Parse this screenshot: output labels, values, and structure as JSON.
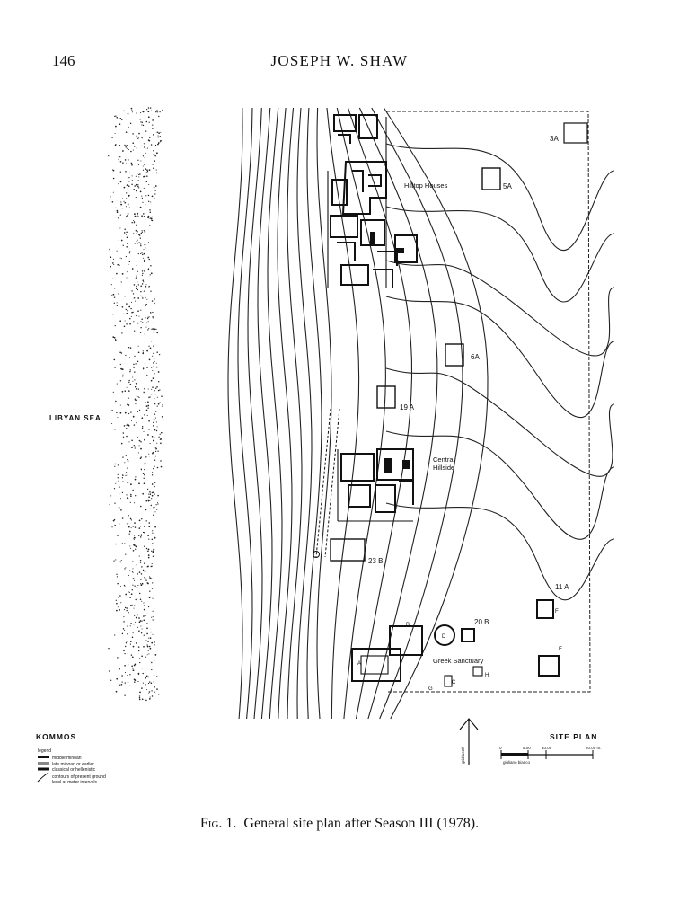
{
  "header": {
    "page_number": "146",
    "author": "JOSEPH W. SHAW"
  },
  "map": {
    "sea_label": "LIBYAN SEA",
    "site_name": "KOMMOS",
    "plan_title": "SITE PLAN",
    "areas": {
      "hilltop_houses": "Hilltop Houses",
      "central_hillside_1": "Central",
      "central_hillside_2": "Hillside",
      "greek_sanctuary": "Greek Sanctuary"
    },
    "trenches": [
      "3A",
      "5A",
      "6A",
      "19 A",
      "23 B",
      "20 B",
      "11 A"
    ],
    "building_letters": [
      "A",
      "B",
      "C",
      "D",
      "E",
      "F",
      "G",
      "H"
    ],
    "legend": {
      "title": "legend",
      "items": [
        "middle minoan",
        "late minoan or earlier",
        "classical or hellenistic"
      ],
      "contour_note_1": "contours of present ground",
      "contour_note_2": "level at meter intervals"
    },
    "scale": {
      "ticks": [
        "0",
        "5.00",
        "10.00",
        "20.00 m."
      ],
      "credit": "giuliano bianco"
    },
    "north_label": "grid north"
  },
  "caption": {
    "fig_label": "Fig. 1.",
    "text": "General site plan after Season III (1978)."
  }
}
